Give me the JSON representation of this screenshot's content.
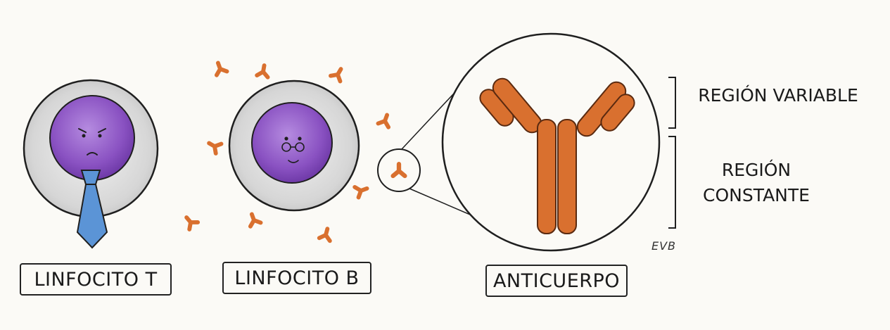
{
  "labels": {
    "t_cell": "LINFOCITO T",
    "b_cell": "LINFOCITO B",
    "antibody": "ANTICUERPO",
    "variable_region": "REGIÓN VARIABLE",
    "constant_region_line1": "REGIÓN",
    "constant_region_line2": "CONSTANTE"
  },
  "signature": "EVB",
  "colors": {
    "cell_outer": "#d9d9d9",
    "nucleus": "#8a52c2",
    "tie": "#5b94d6",
    "antibody": "#d9702f",
    "outline": "#1f1f1f"
  }
}
